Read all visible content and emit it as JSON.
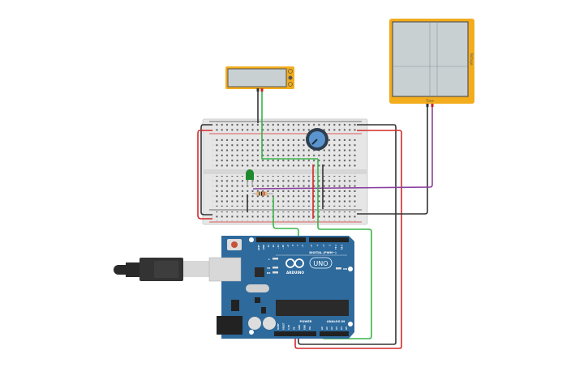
{
  "oscilloscope": {
    "x_label": "Time",
    "y_label": "Voltage",
    "body_color": "#f2ac1c",
    "screen_color": "#c8d0d2"
  },
  "multimeter": {
    "body_color": "#f2ac1c",
    "screen_color": "#c8d0d2"
  },
  "arduino": {
    "brand": "ARDUINO",
    "model": "UNO",
    "digital_label": "DIGITAL (PWM~)",
    "power_label": "POWER",
    "analog_label": "ANALOG IN",
    "on_label": "ON",
    "l_label": "L",
    "tx_label": "TX",
    "rx_label": "RX",
    "board_color": "#2e6a9c",
    "analog_pins": [
      "A0",
      "A1",
      "A2",
      "A3",
      "A4",
      "A5"
    ],
    "power_pins": [
      "IOREF",
      "RESET",
      "3.3V",
      "5V",
      "GND",
      "GND",
      "Vin"
    ],
    "digital_pins": [
      "AREF",
      "GND",
      "13",
      "12",
      "~11",
      "~10",
      "~9",
      "8",
      "7",
      "~6",
      "~5",
      "4",
      "~3",
      "2",
      "TX 1",
      "RX 0"
    ]
  },
  "wire_colors": {
    "red": "#d42a2a",
    "black": "#333333",
    "green": "#3ab54a",
    "purple": "#8a3fa0"
  },
  "led_color": "#1e8a2e",
  "potentiometer_color": "#5b95cf"
}
